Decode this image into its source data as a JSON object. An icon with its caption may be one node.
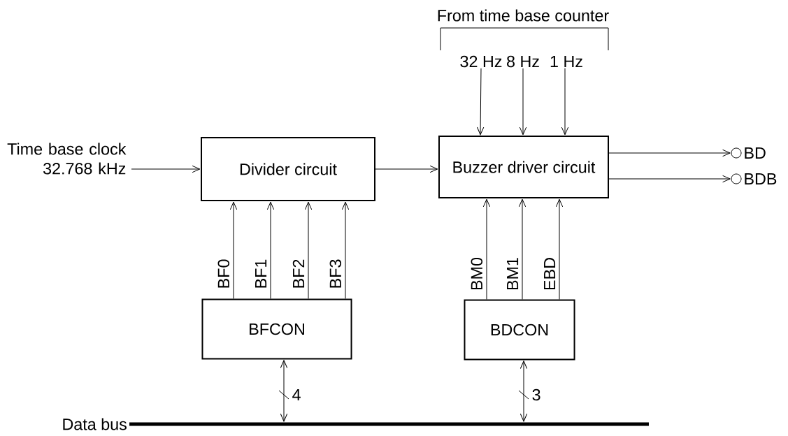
{
  "diagram": {
    "nodes": [
      {
        "text": [
          "Time base clock 32.768 kHz"
        ]
      },
      {
        "text": [
          "Divider circuit"
        ]
      },
      {
        "text": [
          "Buzzer driver circuit"
        ]
      },
      {
        "text": [
          "BFCON"
        ]
      },
      {
        "text": [
          "BDCON"
        ]
      },
      {
        "text": [
          "Data bus"
        ]
      },
      {
        "text": [
          "32 Hz"
        ]
      },
      {
        "text": [
          "8 Hz"
        ]
      },
      {
        "text": [
          "1 Hz"
        ]
      },
      {
        "text": [],
        "shape": "circle",
        "beside": [
          "BD"
        ]
      },
      {
        "text": [],
        "shape": "circle",
        "beside": [
          "BDB"
        ]
      }
    ],
    "edges": [
      {
        "from": 0,
        "to": 1,
        "arrow": "to"
      },
      {
        "from": 1,
        "to": 2,
        "arrow": "to"
      },
      {
        "from": 6,
        "to": 2,
        "arrow": "to"
      },
      {
        "from": 7,
        "to": 2,
        "arrow": "to"
      },
      {
        "from": 8,
        "to": 2,
        "arrow": "to"
      },
      {
        "from": 2,
        "to": 9,
        "arrow": "to"
      },
      {
        "from": 2,
        "to": 10,
        "arrow": "to"
      },
      {
        "from": 3,
        "to": 1,
        "arrow": "to",
        "label": "BF0"
      },
      {
        "from": 3,
        "to": 1,
        "arrow": "to",
        "label": "BF1"
      },
      {
        "from": 3,
        "to": 1,
        "arrow": "to",
        "label": "BF2"
      },
      {
        "from": 3,
        "to": 1,
        "arrow": "to",
        "label": "BF3"
      },
      {
        "from": 4,
        "to": 2,
        "arrow": "to",
        "label": "BM0"
      },
      {
        "from": 4,
        "to": 2,
        "arrow": "to",
        "label": "BM1"
      },
      {
        "from": 4,
        "to": 2,
        "arrow": "to",
        "label": "EBD"
      },
      {
        "from": 3,
        "to": 5,
        "arrow": "both",
        "label": "4"
      },
      {
        "from": 4,
        "to": 5,
        "arrow": "both",
        "label": "3"
      }
    ],
    "labels": [
      "From time base counter"
    ]
  }
}
